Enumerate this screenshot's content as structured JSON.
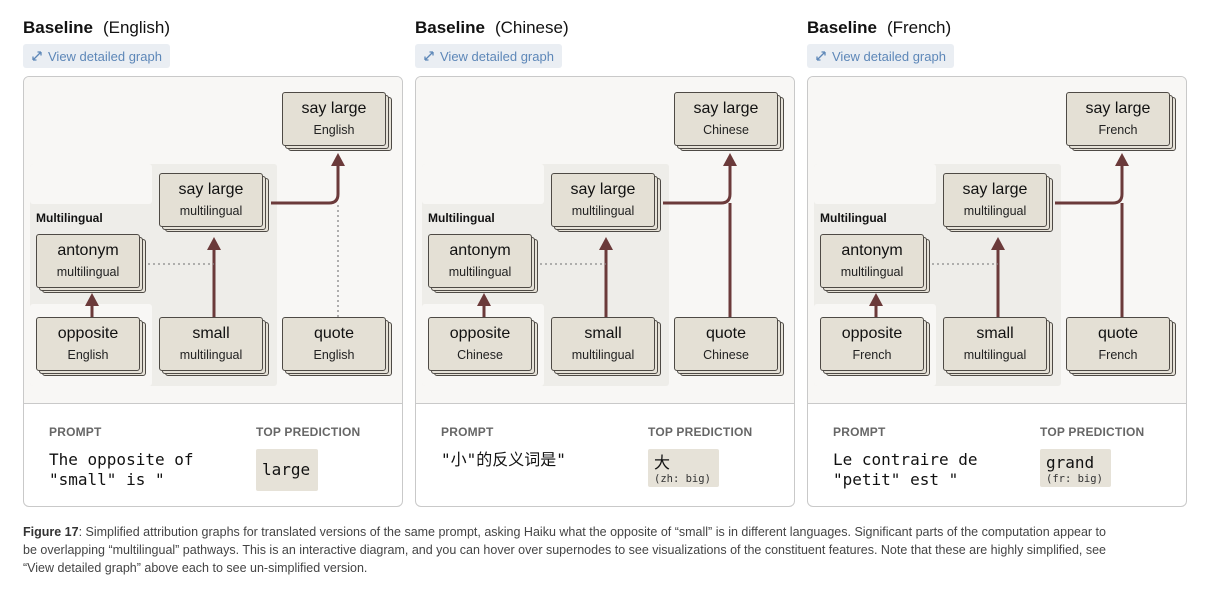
{
  "panels": [
    {
      "title": "Baseline",
      "language": "(English)",
      "view_button": "View detailed graph",
      "region_label": "Multilingual",
      "nodes": {
        "say_large_lang": {
          "title": "say large",
          "sub": "English"
        },
        "say_large_multi": {
          "title": "say large",
          "sub": "multilingual"
        },
        "antonym": {
          "title": "antonym",
          "sub": "multilingual"
        },
        "opposite": {
          "title": "opposite",
          "sub": "English"
        },
        "small": {
          "title": "small",
          "sub": "multilingual"
        },
        "quote": {
          "title": "quote",
          "sub": "English"
        }
      },
      "quote_edge_dotted": true,
      "prompt_label": "PROMPT",
      "prediction_label": "TOP PREDICTION",
      "prompt_text": "The opposite of\n\"small\" is \"",
      "prediction": "large",
      "prediction_gloss": ""
    },
    {
      "title": "Baseline",
      "language": "(Chinese)",
      "view_button": "View detailed graph",
      "region_label": "Multilingual",
      "nodes": {
        "say_large_lang": {
          "title": "say large",
          "sub": "Chinese"
        },
        "say_large_multi": {
          "title": "say large",
          "sub": "multilingual"
        },
        "antonym": {
          "title": "antonym",
          "sub": "multilingual"
        },
        "opposite": {
          "title": "opposite",
          "sub": "Chinese"
        },
        "small": {
          "title": "small",
          "sub": "multilingual"
        },
        "quote": {
          "title": "quote",
          "sub": "Chinese"
        }
      },
      "quote_edge_dotted": false,
      "prompt_label": "PROMPT",
      "prediction_label": "TOP PREDICTION",
      "prompt_text": "\"小\"的反义词是\"",
      "prediction": "大",
      "prediction_gloss": "(zh: big)"
    },
    {
      "title": "Baseline",
      "language": "(French)",
      "view_button": "View detailed graph",
      "region_label": "Multilingual",
      "nodes": {
        "say_large_lang": {
          "title": "say large",
          "sub": "French"
        },
        "say_large_multi": {
          "title": "say large",
          "sub": "multilingual"
        },
        "antonym": {
          "title": "antonym",
          "sub": "multilingual"
        },
        "opposite": {
          "title": "opposite",
          "sub": "French"
        },
        "small": {
          "title": "small",
          "sub": "multilingual"
        },
        "quote": {
          "title": "quote",
          "sub": "French"
        }
      },
      "quote_edge_dotted": false,
      "prompt_label": "PROMPT",
      "prediction_label": "TOP PREDICTION",
      "prompt_text": "Le contraire de\n\"petit\" est \"",
      "prediction": "grand",
      "prediction_gloss": "(fr: big)"
    }
  ],
  "caption": {
    "label": "Figure 17",
    "text": ": Simplified attribution graphs for translated versions of the same prompt, asking Haiku what the opposite of “small” is in different languages. Significant parts of the computation appear to be overlapping “multilingual” pathways. This is an interactive diagram, and you can hover over supernodes to see visualizations of the constituent features. Note that these are highly simplified, see “View detailed graph” above each to see un-simplified version."
  },
  "colors": {
    "edge": "#6b3a3a",
    "node_fill": "#e6e2d8",
    "region_fill": "#eeede9",
    "link": "#5d87b8"
  }
}
